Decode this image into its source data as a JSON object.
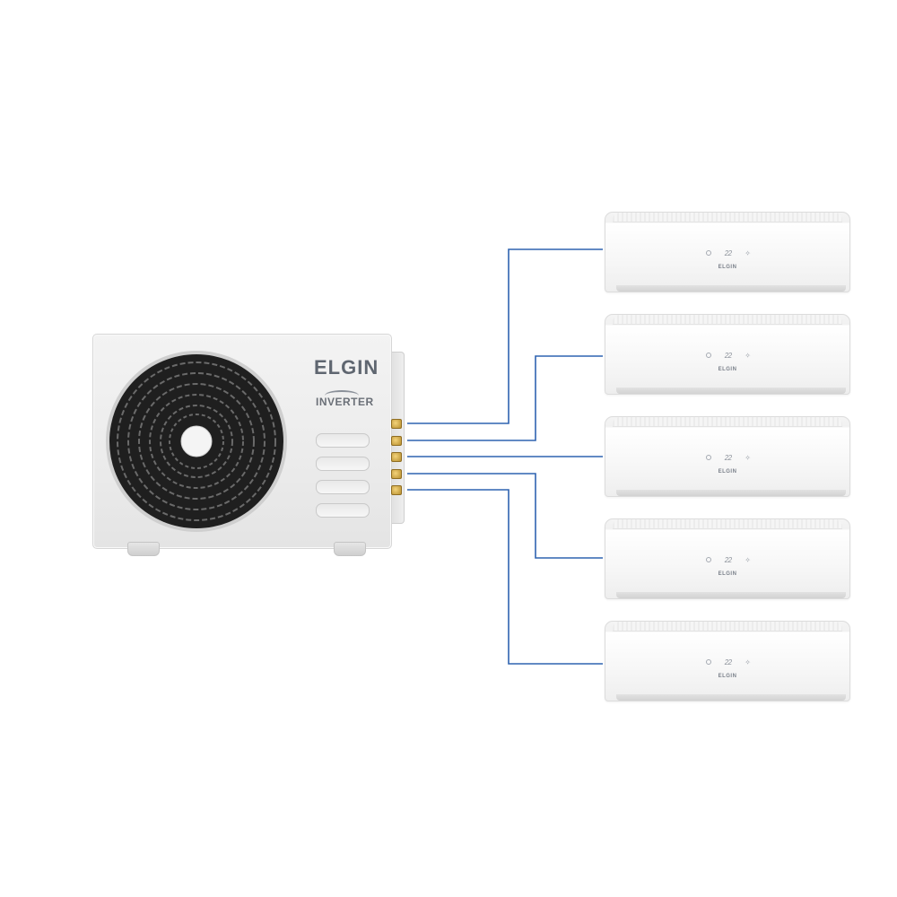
{
  "outdoor_unit": {
    "brand": "ELGIN",
    "series": "INVERTER",
    "colors": {
      "body": "#ededed",
      "fan_grille": "#1f1f1f",
      "valves": "#c9a23d"
    }
  },
  "indoor_units": [
    {
      "brand": "ELGIN",
      "display_temp": "22"
    },
    {
      "brand": "ELGIN",
      "display_temp": "22"
    },
    {
      "brand": "ELGIN",
      "display_temp": "22"
    },
    {
      "brand": "ELGIN",
      "display_temp": "22"
    },
    {
      "brand": "ELGIN",
      "display_temp": "22"
    }
  ],
  "connections": {
    "count": 5,
    "line_color": "#2f63b0"
  },
  "icons": [
    "fan-grille-icon",
    "service-valve-icon",
    "power-icon",
    "snowflake-icon"
  ]
}
